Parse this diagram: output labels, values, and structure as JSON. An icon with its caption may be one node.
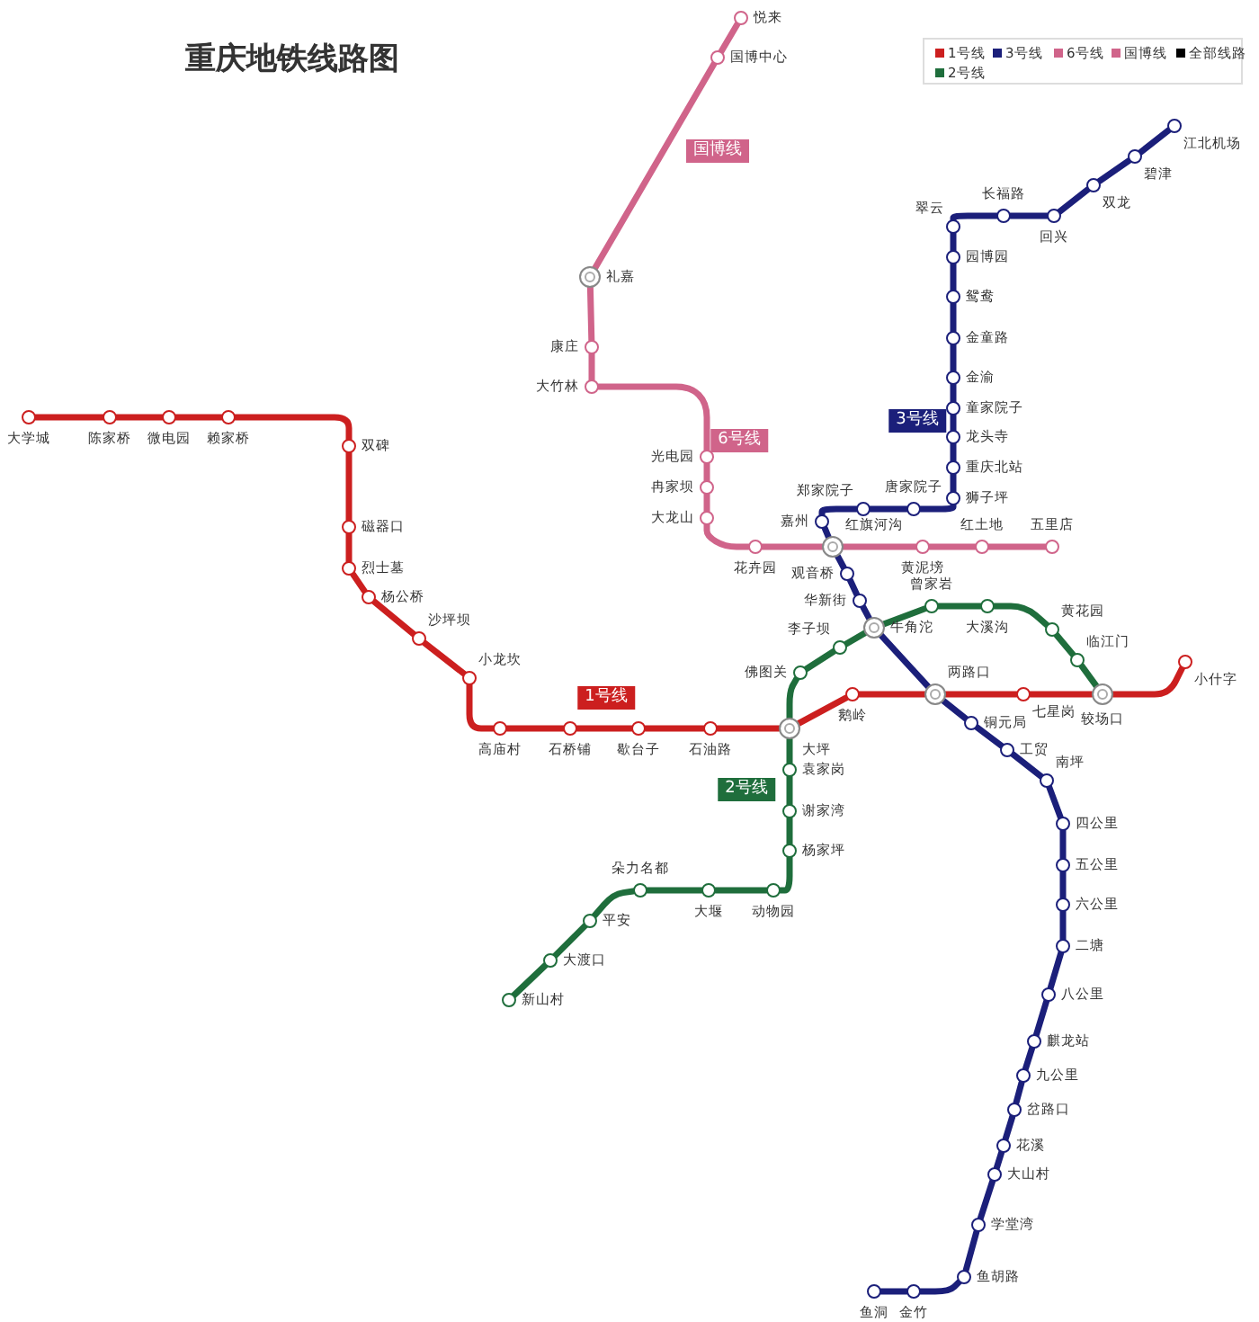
{
  "diagram": {
    "title": "重庆地铁线路图",
    "nodes": [
      {
        "text": [
          "悦来"
        ]
      },
      {
        "text": [
          "国博中心"
        ]
      },
      {
        "text": [
          "礼嘉"
        ]
      },
      {
        "text": [
          "康庄"
        ]
      },
      {
        "text": [
          "大竹林"
        ]
      },
      {
        "text": [
          "光电园"
        ]
      },
      {
        "text": [
          "冉家坝"
        ]
      },
      {
        "text": [
          "大龙山"
        ]
      },
      {
        "text": [
          "花卉园"
        ]
      },
      {
        "text": [
          "红旗河沟"
        ]
      },
      {
        "text": [
          "黄泥塝"
        ]
      },
      {
        "text": [
          "红土地"
        ]
      },
      {
        "text": [
          "五里店"
        ]
      },
      {
        "text": [
          "江北机场"
        ]
      },
      {
        "text": [
          "碧津"
        ]
      },
      {
        "text": [
          "双龙"
        ]
      },
      {
        "text": [
          "回兴"
        ]
      },
      {
        "text": [
          "长福路"
        ]
      },
      {
        "text": [
          "翠云"
        ]
      },
      {
        "text": [
          "园博园"
        ]
      },
      {
        "text": [
          "鸳鸯"
        ]
      },
      {
        "text": [
          "金童路"
        ]
      },
      {
        "text": [
          "金渝"
        ]
      },
      {
        "text": [
          "童家院子"
        ]
      },
      {
        "text": [
          "龙头寺"
        ]
      },
      {
        "text": [
          "重庆北站"
        ]
      },
      {
        "text": [
          "狮子坪"
        ]
      },
      {
        "text": [
          "唐家院子"
        ]
      },
      {
        "text": [
          "郑家院子"
        ]
      },
      {
        "text": [
          "嘉州"
        ]
      },
      {
        "text": [
          "观音桥"
        ]
      },
      {
        "text": [
          "华新街"
        ]
      },
      {
        "text": [
          "牛角沱"
        ]
      },
      {
        "text": [
          "两路口"
        ]
      },
      {
        "text": [
          "铜元局"
        ]
      },
      {
        "text": [
          "工贸"
        ]
      },
      {
        "text": [
          "南坪"
        ]
      },
      {
        "text": [
          "四公里"
        ]
      },
      {
        "text": [
          "五公里"
        ]
      },
      {
        "text": [
          "六公里"
        ]
      },
      {
        "text": [
          "二塘"
        ]
      },
      {
        "text": [
          "八公里"
        ]
      },
      {
        "text": [
          "麒龙站"
        ]
      },
      {
        "text": [
          "九公里"
        ]
      },
      {
        "text": [
          "岔路口"
        ]
      },
      {
        "text": [
          "花溪"
        ]
      },
      {
        "text": [
          "大山村"
        ]
      },
      {
        "text": [
          "学堂湾"
        ]
      },
      {
        "text": [
          "鱼胡路"
        ]
      },
      {
        "text": [
          "金竹"
        ]
      },
      {
        "text": [
          "鱼洞"
        ]
      },
      {
        "text": [
          "大学城"
        ]
      },
      {
        "text": [
          "陈家桥"
        ]
      },
      {
        "text": [
          "微电园"
        ]
      },
      {
        "text": [
          "赖家桥"
        ]
      },
      {
        "text": [
          "双碑"
        ]
      },
      {
        "text": [
          "磁器口"
        ]
      },
      {
        "text": [
          "烈士墓"
        ]
      },
      {
        "text": [
          "杨公桥"
        ]
      },
      {
        "text": [
          "沙坪坝"
        ]
      },
      {
        "text": [
          "小龙坎"
        ]
      },
      {
        "text": [
          "高庙村"
        ]
      },
      {
        "text": [
          "石桥铺"
        ]
      },
      {
        "text": [
          "歇台子"
        ]
      },
      {
        "text": [
          "石油路"
        ]
      },
      {
        "text": [
          "大坪"
        ]
      },
      {
        "text": [
          "鹅岭"
        ]
      },
      {
        "text": [
          "七星岗"
        ]
      },
      {
        "text": [
          "较场口"
        ]
      },
      {
        "text": [
          "小什字"
        ]
      },
      {
        "text": [
          "临江门"
        ]
      },
      {
        "text": [
          "黄花园"
        ]
      },
      {
        "text": [
          "大溪沟"
        ]
      },
      {
        "text": [
          "曾家岩"
        ]
      },
      {
        "text": [
          "李子坝"
        ]
      },
      {
        "text": [
          "佛图关"
        ]
      },
      {
        "text": [
          "袁家岗"
        ]
      },
      {
        "text": [
          "谢家湾"
        ]
      },
      {
        "text": [
          "杨家坪"
        ]
      },
      {
        "text": [
          "动物园"
        ]
      },
      {
        "text": [
          "大堰"
        ]
      },
      {
        "text": [
          "朵力名都"
        ]
      },
      {
        "text": [
          "平安"
        ]
      },
      {
        "text": [
          "大渡口"
        ]
      },
      {
        "text": [
          "新山村"
        ]
      },
      {
        "text": [
          "国博线"
        ]
      },
      {
        "text": [
          "6号线"
        ]
      },
      {
        "text": [
          "3号线"
        ]
      },
      {
        "text": [
          "1号线"
        ]
      },
      {
        "text": [
          "2号线"
        ]
      }
    ],
    "edges": [
      {
        "from": 0,
        "to": 1,
        "arrow": "none",
        "color": "#d0648a"
      },
      {
        "from": 1,
        "to": 2,
        "arrow": "none",
        "color": "#d0648a"
      },
      {
        "from": 2,
        "to": 3,
        "arrow": "none",
        "color": "#d0648a"
      },
      {
        "from": 3,
        "to": 4,
        "arrow": "none",
        "color": "#d0648a"
      },
      {
        "from": 4,
        "to": 5,
        "arrow": "none",
        "color": "#d0648a"
      },
      {
        "from": 5,
        "to": 6,
        "arrow": "none",
        "color": "#d0648a"
      },
      {
        "from": 6,
        "to": 7,
        "arrow": "none",
        "color": "#d0648a"
      },
      {
        "from": 7,
        "to": 8,
        "arrow": "none",
        "color": "#d0648a"
      },
      {
        "from": 8,
        "to": 9,
        "arrow": "none",
        "color": "#d0648a"
      },
      {
        "from": 9,
        "to": 10,
        "arrow": "none",
        "color": "#d0648a"
      },
      {
        "from": 10,
        "to": 11,
        "arrow": "none",
        "color": "#d0648a"
      },
      {
        "from": 11,
        "to": 12,
        "arrow": "none",
        "color": "#d0648a"
      },
      {
        "from": 13,
        "to": 14,
        "arrow": "none"
      },
      {
        "from": 14,
        "to": 15,
        "arrow": "none"
      },
      {
        "from": 15,
        "to": 16,
        "arrow": "none"
      },
      {
        "from": 16,
        "to": 17,
        "arrow": "none"
      },
      {
        "from": 17,
        "to": 18,
        "arrow": "none"
      },
      {
        "from": 18,
        "to": 19,
        "arrow": "none"
      },
      {
        "from": 19,
        "to": 20,
        "arrow": "none"
      },
      {
        "from": 20,
        "to": 21,
        "arrow": "none"
      },
      {
        "from": 21,
        "to": 22,
        "arrow": "none"
      },
      {
        "from": 22,
        "to": 23,
        "arrow": "none"
      },
      {
        "from": 23,
        "to": 24,
        "arrow": "none"
      },
      {
        "from": 24,
        "to": 25,
        "arrow": "none"
      },
      {
        "from": 25,
        "to": 26,
        "arrow": "none"
      },
      {
        "from": 26,
        "to": 27,
        "arrow": "none"
      },
      {
        "from": 27,
        "to": 28,
        "arrow": "none"
      },
      {
        "from": 28,
        "to": 29,
        "arrow": "none"
      },
      {
        "from": 29,
        "to": 9,
        "arrow": "none"
      },
      {
        "from": 9,
        "to": 30,
        "arrow": "none"
      },
      {
        "from": 30,
        "to": 31,
        "arrow": "none"
      },
      {
        "from": 31,
        "to": 32,
        "arrow": "none"
      },
      {
        "from": 32,
        "to": 33,
        "arrow": "none"
      },
      {
        "from": 33,
        "to": 34,
        "arrow": "none"
      },
      {
        "from": 34,
        "to": 35,
        "arrow": "none"
      },
      {
        "from": 35,
        "to": 36,
        "arrow": "none"
      },
      {
        "from": 36,
        "to": 37,
        "arrow": "none"
      },
      {
        "from": 37,
        "to": 38,
        "arrow": "none"
      },
      {
        "from": 38,
        "to": 39,
        "arrow": "none"
      },
      {
        "from": 39,
        "to": 40,
        "arrow": "none"
      },
      {
        "from": 40,
        "to": 41,
        "arrow": "none"
      },
      {
        "from": 41,
        "to": 42,
        "arrow": "none"
      },
      {
        "from": 42,
        "to": 43,
        "arrow": "none"
      },
      {
        "from": 43,
        "to": 44,
        "arrow": "none"
      },
      {
        "from": 44,
        "to": 45,
        "arrow": "none"
      },
      {
        "from": 45,
        "to": 46,
        "arrow": "none"
      },
      {
        "from": 46,
        "to": 47,
        "arrow": "none"
      },
      {
        "from": 47,
        "to": 48,
        "arrow": "none"
      },
      {
        "from": 48,
        "to": 49,
        "arrow": "none"
      },
      {
        "from": 49,
        "to": 50,
        "arrow": "none"
      },
      {
        "from": 51,
        "to": 52,
        "arrow": "none",
        "color": "#cc1f1f"
      },
      {
        "from": 52,
        "to": 53,
        "arrow": "none",
        "color": "#cc1f1f"
      },
      {
        "from": 53,
        "to": 54,
        "arrow": "none",
        "color": "#cc1f1f"
      },
      {
        "from": 54,
        "to": 55,
        "arrow": "none",
        "color": "#cc1f1f"
      },
      {
        "from": 55,
        "to": 56,
        "arrow": "none",
        "color": "#cc1f1f"
      },
      {
        "from": 56,
        "to": 57,
        "arrow": "none",
        "color": "#cc1f1f"
      },
      {
        "from": 57,
        "to": 58,
        "arrow": "none",
        "color": "#cc1f1f"
      },
      {
        "from": 58,
        "to": 59,
        "arrow": "none",
        "color": "#cc1f1f"
      },
      {
        "from": 59,
        "to": 60,
        "arrow": "none",
        "color": "#cc1f1f"
      },
      {
        "from": 60,
        "to": 61,
        "arrow": "none",
        "color": "#cc1f1f"
      },
      {
        "from": 61,
        "to": 62,
        "arrow": "none",
        "color": "#cc1f1f"
      },
      {
        "from": 62,
        "to": 63,
        "arrow": "none",
        "color": "#cc1f1f"
      },
      {
        "from": 63,
        "to": 64,
        "arrow": "none",
        "color": "#cc1f1f"
      },
      {
        "from": 64,
        "to": 65,
        "arrow": "none",
        "color": "#cc1f1f"
      },
      {
        "from": 65,
        "to": 66,
        "arrow": "none",
        "color": "#cc1f1f"
      },
      {
        "from": 66,
        "to": 33,
        "arrow": "none",
        "color": "#cc1f1f"
      },
      {
        "from": 33,
        "to": 67,
        "arrow": "none",
        "color": "#cc1f1f"
      },
      {
        "from": 67,
        "to": 68,
        "arrow": "none",
        "color": "#cc1f1f"
      },
      {
        "from": 68,
        "to": 69,
        "arrow": "none",
        "color": "#cc1f1f"
      },
      {
        "from": 68,
        "to": 70,
        "arrow": "none",
        "color": "#1f6e3c"
      },
      {
        "from": 70,
        "to": 71,
        "arrow": "none",
        "color": "#1f6e3c"
      },
      {
        "from": 71,
        "to": 72,
        "arrow": "none",
        "color": "#1f6e3c"
      },
      {
        "from": 72,
        "to": 73,
        "arrow": "none",
        "color": "#1f6e3c"
      },
      {
        "from": 73,
        "to": 32,
        "arrow": "none",
        "color": "#1f6e3c"
      },
      {
        "from": 32,
        "to": 74,
        "arrow": "none",
        "color": "#1f6e3c"
      },
      {
        "from": 74,
        "to": 75,
        "arrow": "none",
        "color": "#1f6e3c"
      },
      {
        "from": 75,
        "to": 65,
        "arrow": "none",
        "color": "#1f6e3c"
      },
      {
        "from": 65,
        "to": 76,
        "arrow": "none",
        "color": "#1f6e3c"
      },
      {
        "from": 76,
        "to": 77,
        "arrow": "none",
        "color": "#1f6e3c"
      },
      {
        "from": 77,
        "to": 78,
        "arrow": "none",
        "color": "#1f6e3c"
      },
      {
        "from": 78,
        "to": 79,
        "arrow": "none",
        "color": "#1f6e3c"
      },
      {
        "from": 79,
        "to": 80,
        "arrow": "none",
        "color": "#1f6e3c"
      },
      {
        "from": 80,
        "to": 81,
        "arrow": "none",
        "color": "#1f6e3c"
      },
      {
        "from": 81,
        "to": 82,
        "arrow": "none",
        "color": "#1f6e3c"
      },
      {
        "from": 82,
        "to": 83,
        "arrow": "none",
        "color": "#1f6e3c"
      },
      {
        "from": 83,
        "to": 84,
        "arrow": "none",
        "color": "#1f6e3c"
      }
    ],
    "legend": [
      {
        "text": "1号线",
        "color": "#cc1f1f"
      },
      {
        "text": "3号线",
        "color": "#1b1f7a"
      },
      {
        "text": "6号线",
        "color": "#d0648a"
      },
      {
        "text": "国博线",
        "color": "#d0648a"
      },
      {
        "text": "全部线路",
        "color": "#000000"
      },
      {
        "text": "2号线",
        "color": "#1f6e3c"
      }
    ]
  }
}
